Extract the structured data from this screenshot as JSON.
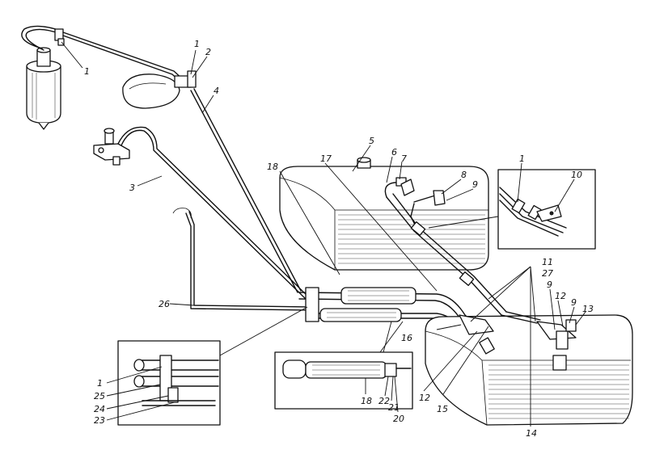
{
  "labels": {
    "l1a": "1",
    "l1b": "1",
    "l1c": "1",
    "l1d": "1",
    "l2": "2",
    "l3": "3",
    "l4": "4",
    "l5": "5",
    "l6": "6",
    "l7": "7",
    "l8": "8",
    "l9a": "9",
    "l9b": "9",
    "l9c": "9",
    "l10": "10",
    "l11": "11",
    "l12a": "12",
    "l12b": "12",
    "l13": "13",
    "l14": "14",
    "l15": "15",
    "l16": "16",
    "l17": "17",
    "l18a": "18",
    "l18b": "18",
    "l20": "20",
    "l21": "21",
    "l22": "22",
    "l23": "23",
    "l24": "24",
    "l25": "25",
    "l26": "26",
    "l27": "27"
  }
}
